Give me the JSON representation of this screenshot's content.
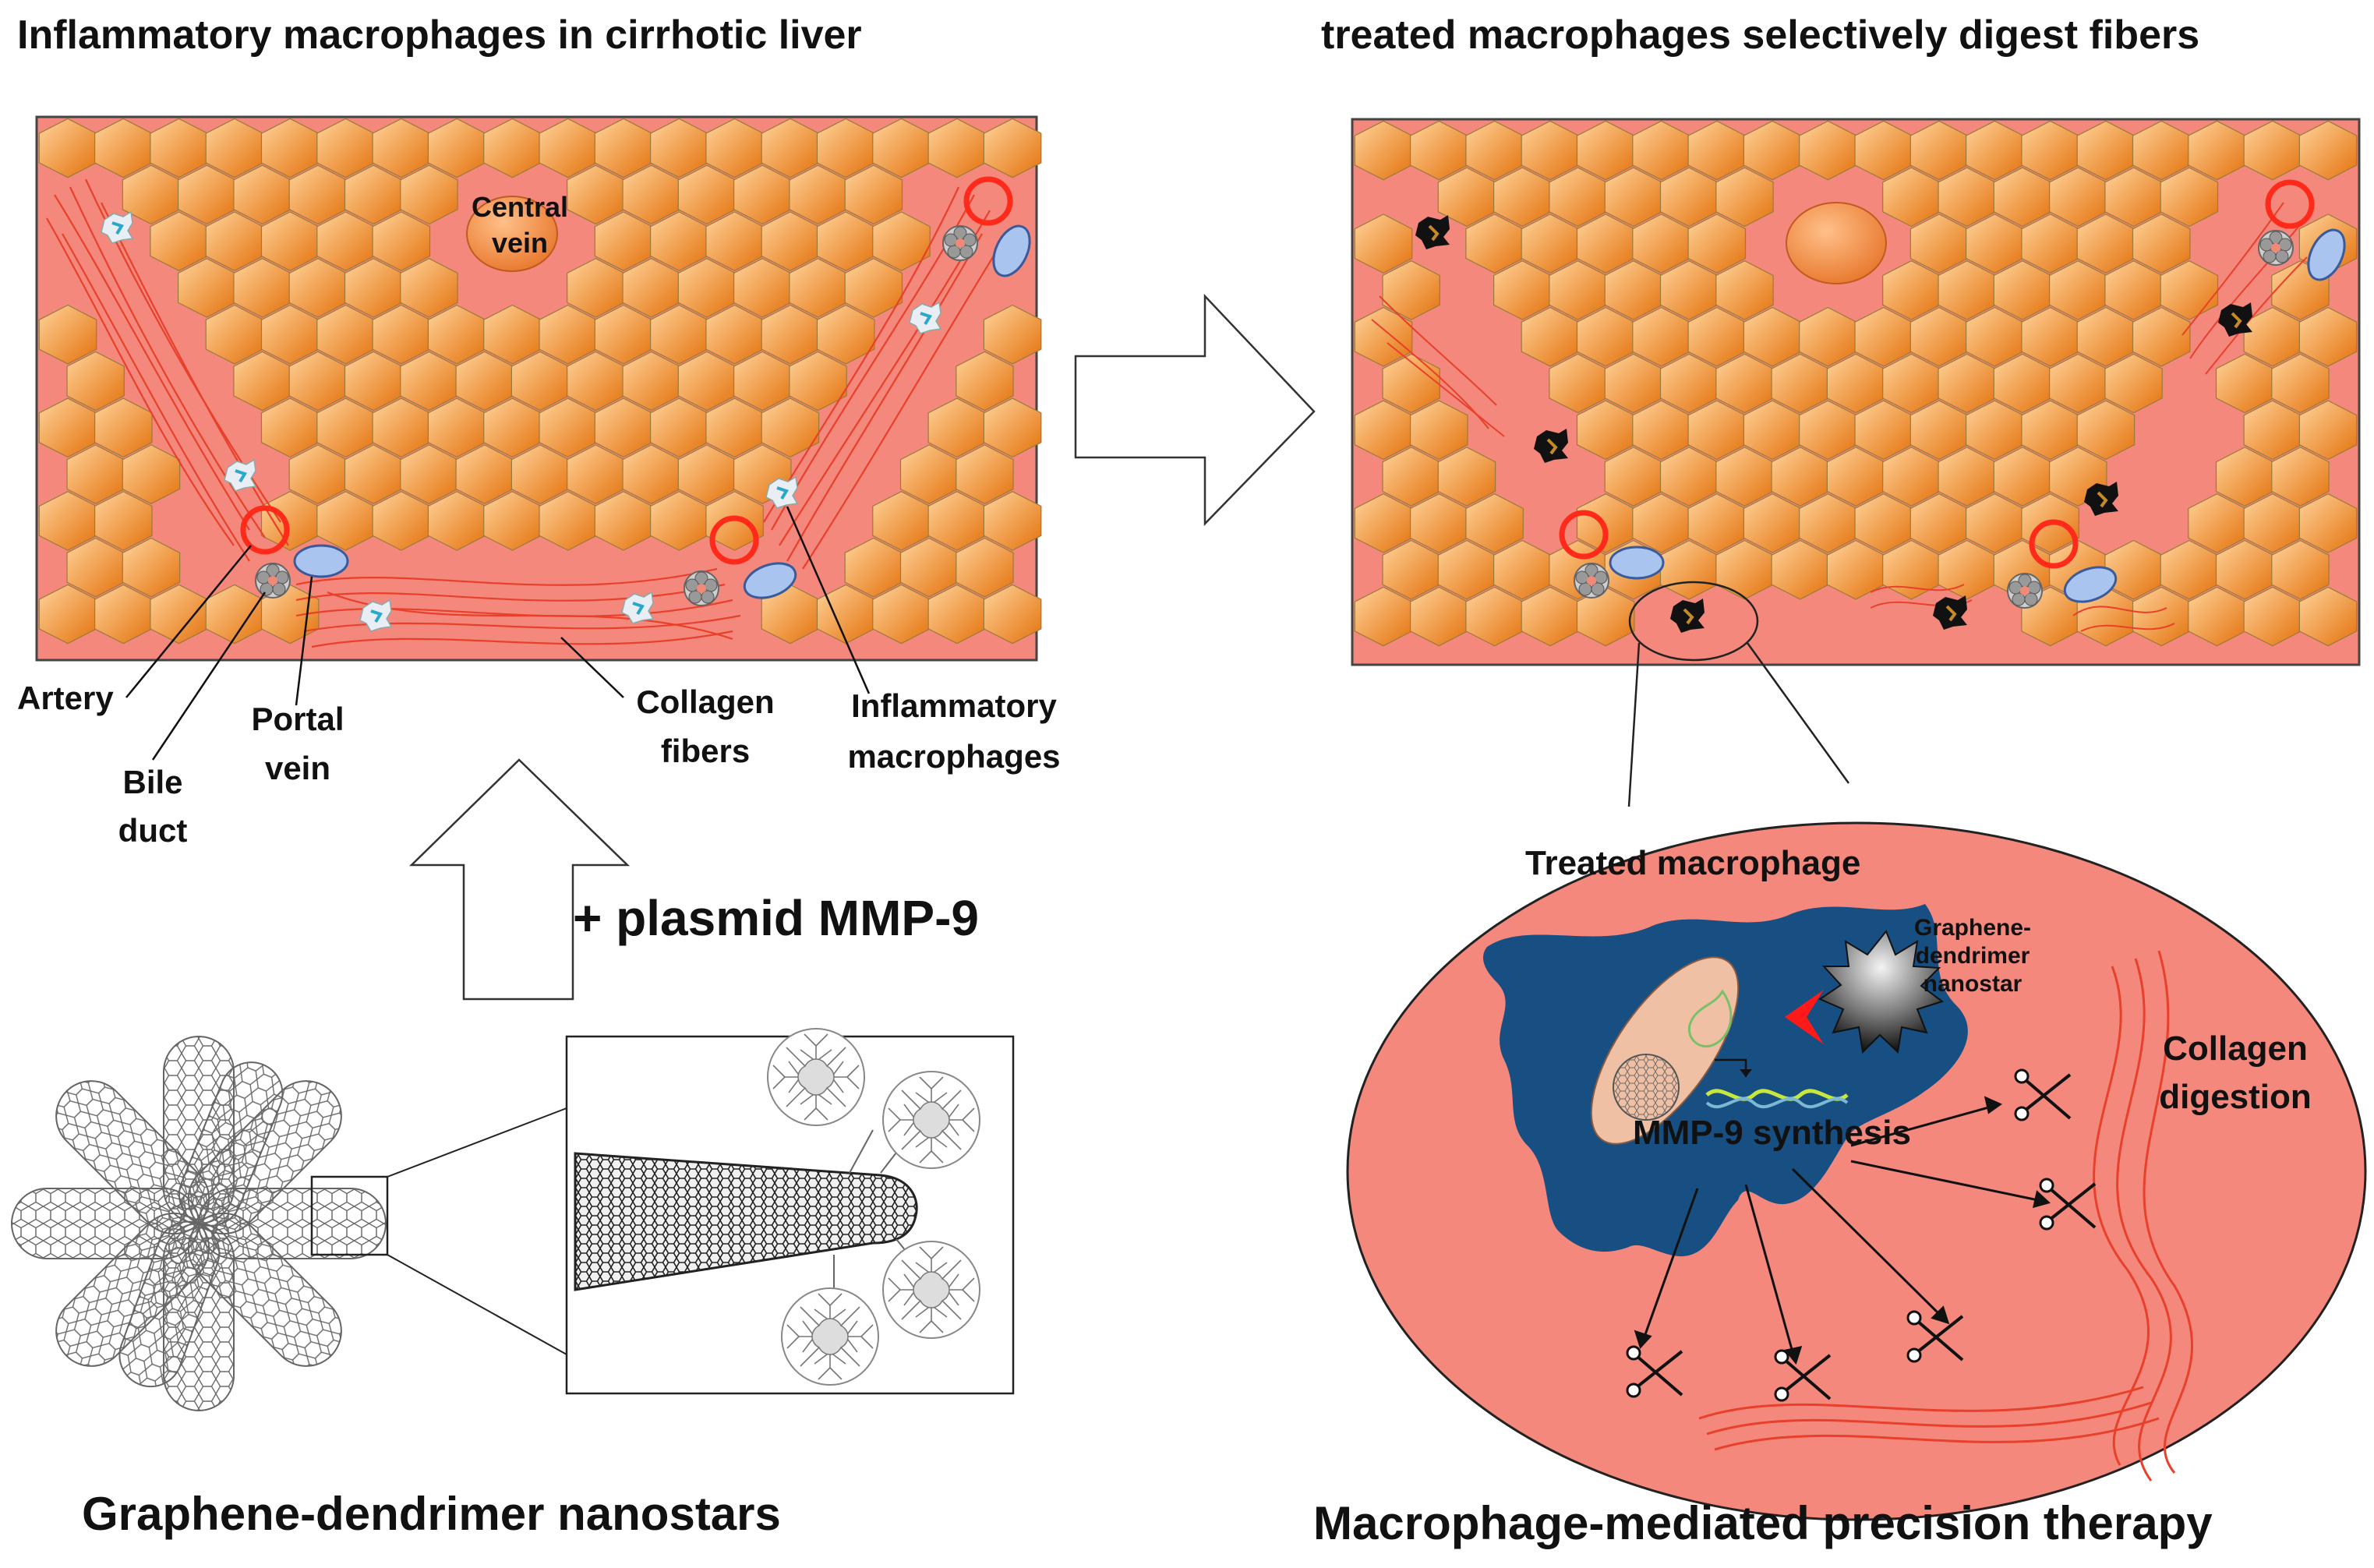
{
  "titles": {
    "left": "Inflammatory macrophages in cirrhotic liver",
    "right": "treated macrophages selectively digest fibers",
    "bottom_left": "Graphene-dendrimer nanostars",
    "bottom_right": "Macrophage-mediated precision therapy"
  },
  "labels": {
    "central_vein_1": "Central",
    "central_vein_2": "vein",
    "artery": "Artery",
    "bile_duct_1": "Bile",
    "bile_duct_2": "duct",
    "portal_vein_1": "Portal",
    "portal_vein_2": "vein",
    "collagen_fibers_1": "Collagen",
    "collagen_fibers_2": "fibers",
    "inflammatory_1": "Inflammatory",
    "inflammatory_2": "macrophages",
    "plasmid": "+ plasmid MMP-9",
    "treated_macrophage": "Treated macrophage",
    "nanostar_1": "Graphene-",
    "nanostar_2": "dendrimer",
    "nanostar_3": "nanostar",
    "collagen_digestion_1": "Collagen",
    "collagen_digestion_2": "digestion",
    "mmp9_synthesis": "MMP-9 synthesis"
  },
  "colors": {
    "tissue": "#f4887c",
    "hepatocyte_light": "#ffc98a",
    "hepatocyte_dark": "#e8780f",
    "fiber": "#e8402a",
    "artery": "#ff2a1a",
    "portal_vein": "#a9c4ee",
    "macrophage_treated": "#174f82",
    "arrow_red": "#ff1a1a"
  }
}
